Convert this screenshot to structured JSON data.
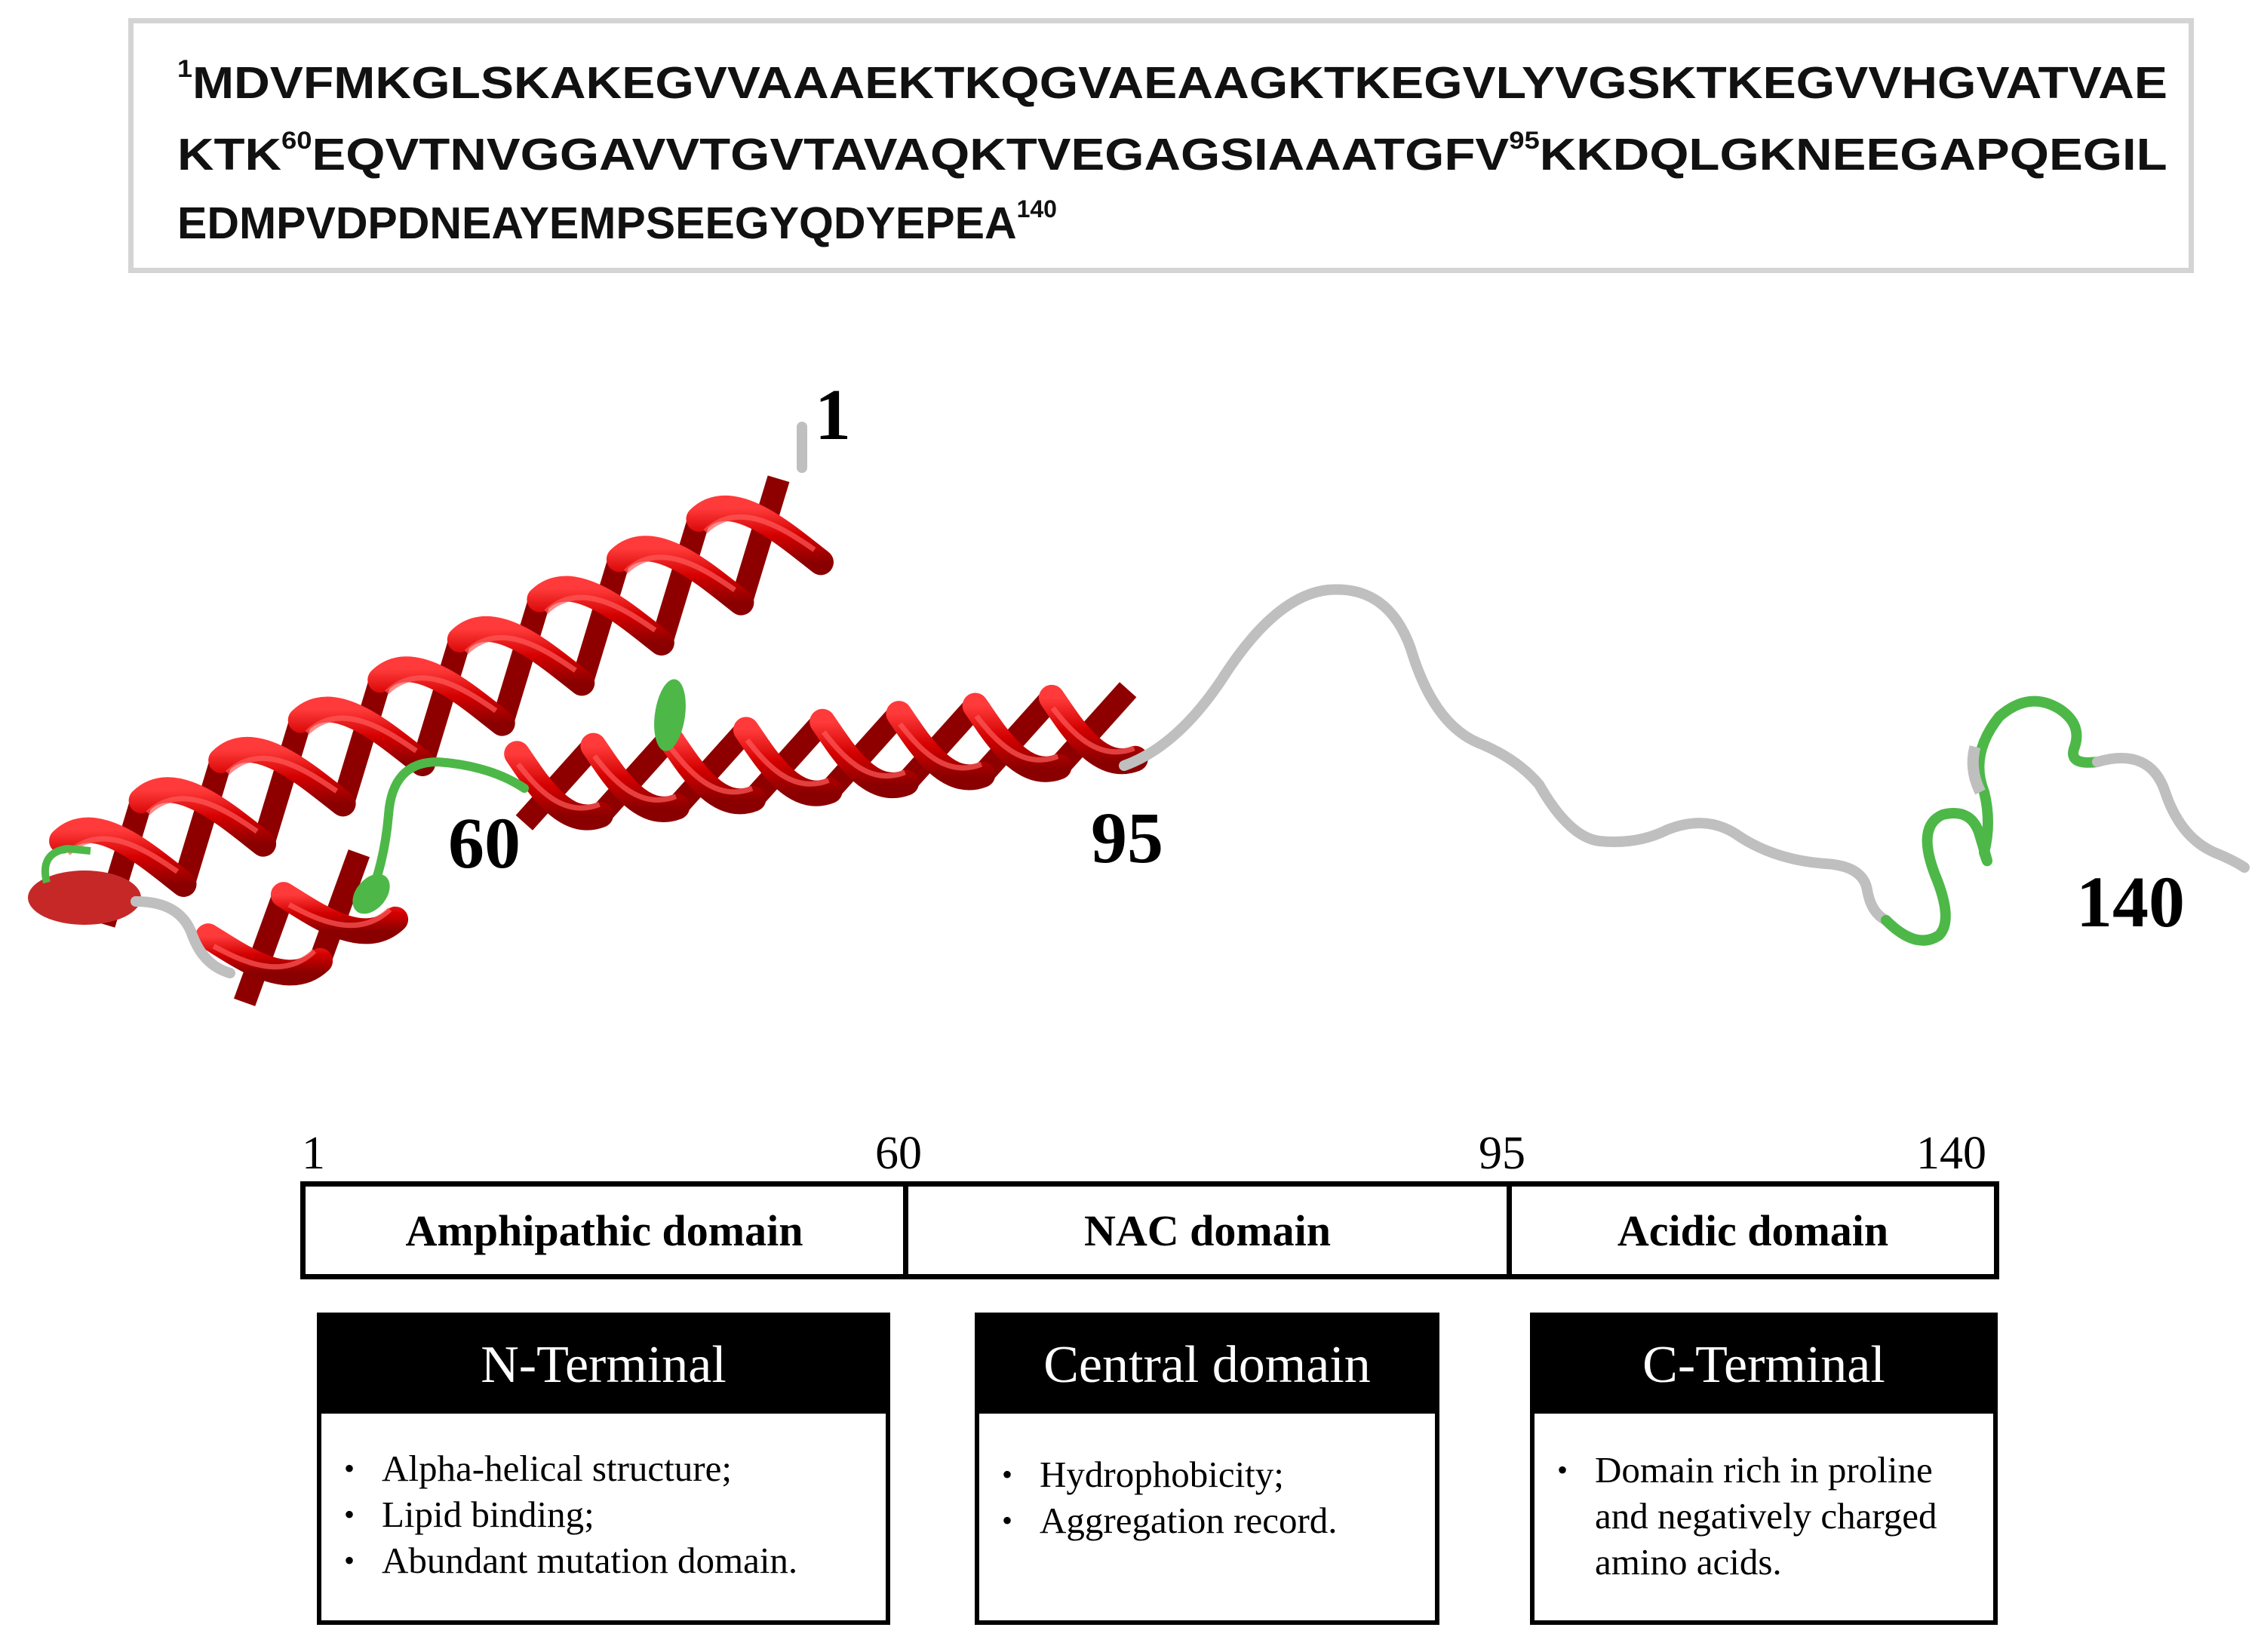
{
  "sequence": {
    "line1": {
      "mark_start": "1",
      "text": "MDVFMKGLSKAKEGVVAAAEKTKQGVAEAAGKTKEGVLYVGSKTKEGVVHGVATVAE"
    },
    "line2": {
      "text_a": "KTK",
      "mark_a": "60",
      "text_b": "EQVTNVGGAVVTGVTAVAQKTVEGAGSIAAATGFV",
      "mark_b": "95",
      "text_c": "KKDQLGKNEEGAPQEGIL"
    },
    "line3": {
      "text": "EDMPVDPDNEAYEMPSEEGYQDYEPEA",
      "mark_end": "140"
    }
  },
  "structure": {
    "labels": {
      "n_term": "1",
      "res60": "60",
      "res95": "95",
      "c_term": "140"
    },
    "colors": {
      "helix": "#d40000",
      "helix_shadow": "#8e0000",
      "loop_green": "#4db848",
      "coil_grey": "#bfbfbf"
    }
  },
  "domain_bar": {
    "ticks": [
      "1",
      "60",
      "95",
      "140"
    ],
    "segments": [
      "Amphipathic  domain",
      "NAC domain",
      "Acidic domain"
    ]
  },
  "cards": [
    {
      "title": "N-Terminal",
      "items": [
        "Alpha-helical  structure;",
        "Lipid binding;",
        "Abundant mutation domain."
      ]
    },
    {
      "title": "Central domain",
      "items": [
        "Hydrophobicity;",
        "Aggregation record."
      ]
    },
    {
      "title": "C-Terminal",
      "items": [
        "Domain rich in proline and negatively  charged amino acids."
      ]
    }
  ]
}
